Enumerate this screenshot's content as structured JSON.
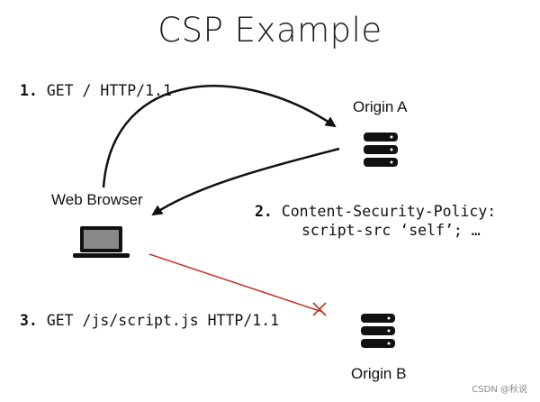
{
  "title": "CSP Example",
  "nodes": {
    "browser": "Web Browser",
    "origin_a": "Origin A",
    "origin_b": "Origin B"
  },
  "steps": [
    {
      "num": "1.",
      "text": "GET / HTTP/1.1"
    },
    {
      "num": "2.",
      "text": "Content-Security-Policy:",
      "text2": "script-src ‘self’; …"
    },
    {
      "num": "3.",
      "text": "GET /js/script.js HTTP/1.1"
    }
  ],
  "watermark": "CSDN @秋说",
  "colors": {
    "ink": "#111111",
    "blocked": "#c0392b",
    "screen": "#888888"
  },
  "icons": [
    "server-icon",
    "laptop-icon",
    "blocked-x-icon",
    "arrow-head-icon"
  ]
}
